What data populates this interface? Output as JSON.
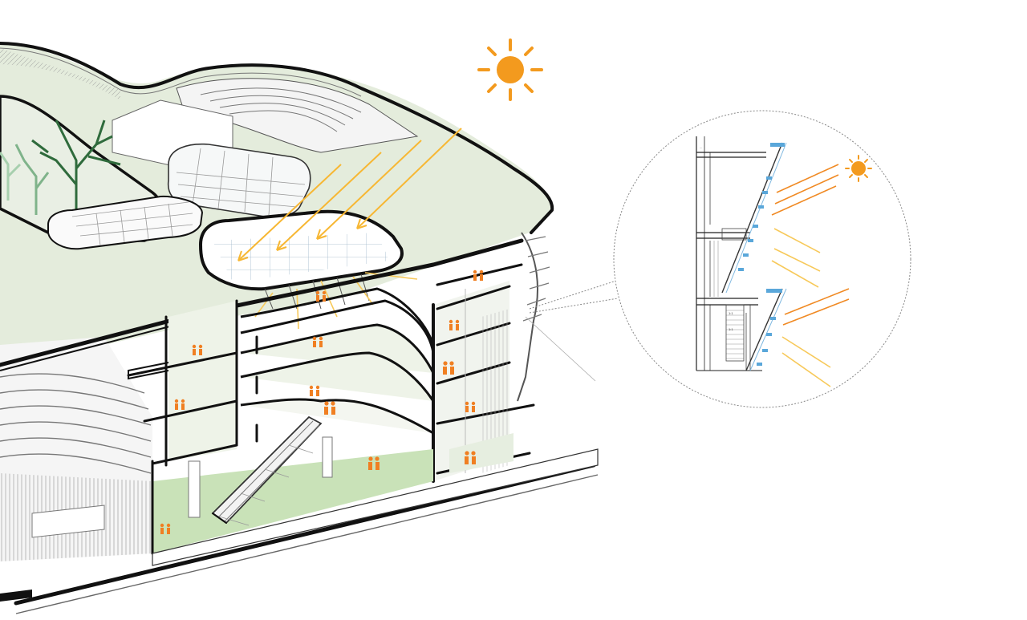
{
  "colors": {
    "roof_green": "#e4ecdc",
    "floor_green": "#d8e8cc",
    "ground_green": "#c9e2b8",
    "sun": "#f39a1e",
    "light_ray": "#f7b733",
    "people": "#f07f22",
    "glass": "#7fb8e0",
    "tree": "#2f6b3c"
  },
  "icons": {
    "sun": "sun-icon",
    "people": "people-icon",
    "escalator": "escalator",
    "tree": "tree-icon"
  },
  "detail": {
    "tiny_labels": [
      "...",
      "1:1",
      "1:1"
    ]
  }
}
